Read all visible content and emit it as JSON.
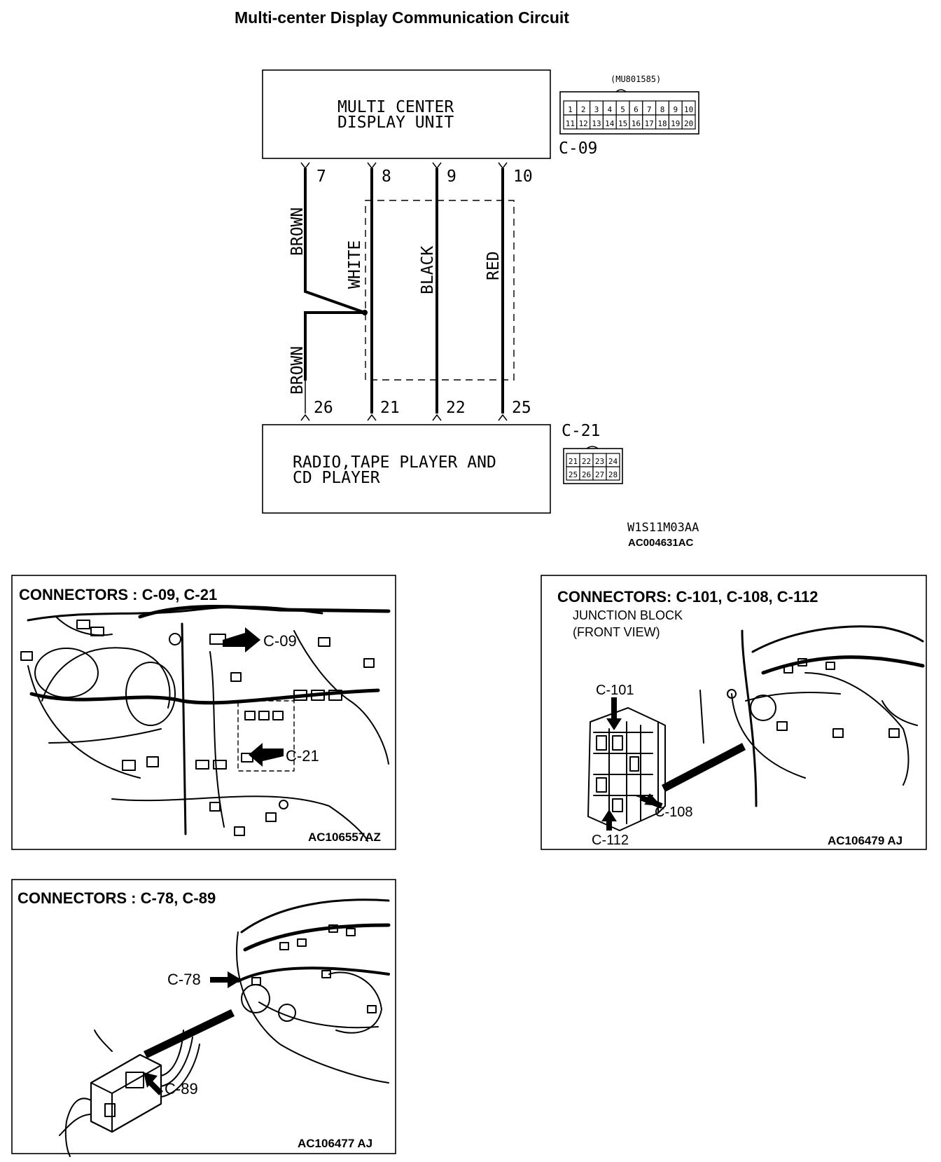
{
  "title": "Multi-center Display Communication Circuit",
  "schematic": {
    "upper_unit": {
      "line1": "MULTI CENTER",
      "line2": "DISPLAY UNIT",
      "connector": "C-09",
      "part_number": "(MU801585)"
    },
    "lower_unit": {
      "line1": "RADIO,TAPE PLAYER AND",
      "line2": "CD PLAYER",
      "connector": "C-21"
    },
    "upper_pins": [
      "7",
      "8",
      "9",
      "10"
    ],
    "lower_pins": [
      "26",
      "21",
      "22",
      "25"
    ],
    "wire_colors": [
      "BROWN",
      "WHITE",
      "BLACK",
      "RED",
      "BROWN"
    ],
    "c09_pins": [
      "1",
      "2",
      "3",
      "4",
      "5",
      "6",
      "7",
      "8",
      "9",
      "10",
      "11",
      "12",
      "13",
      "14",
      "15",
      "16",
      "17",
      "18",
      "19",
      "20"
    ],
    "c21_pins": [
      "21",
      "22",
      "23",
      "24",
      "25",
      "26",
      "27",
      "28"
    ],
    "code1": "W1S11M03AA",
    "code2": "AC004631AC"
  },
  "panel1": {
    "heading": "CONNECTORS : C-09, C-21",
    "labels": [
      "C-09",
      "C-21"
    ],
    "code": "AC106557AZ"
  },
  "panel2": {
    "heading": "CONNECTORS: C-101, C-108, C-112",
    "sub1": "JUNCTION BLOCK",
    "sub2": "(FRONT VIEW)",
    "labels": [
      "C-101",
      "C-108",
      "C-112"
    ],
    "code": "AC106479 AJ"
  },
  "panel3": {
    "heading": "CONNECTORS : C-78, C-89",
    "labels": [
      "C-78",
      "C-89"
    ],
    "code": "AC106477 AJ"
  }
}
